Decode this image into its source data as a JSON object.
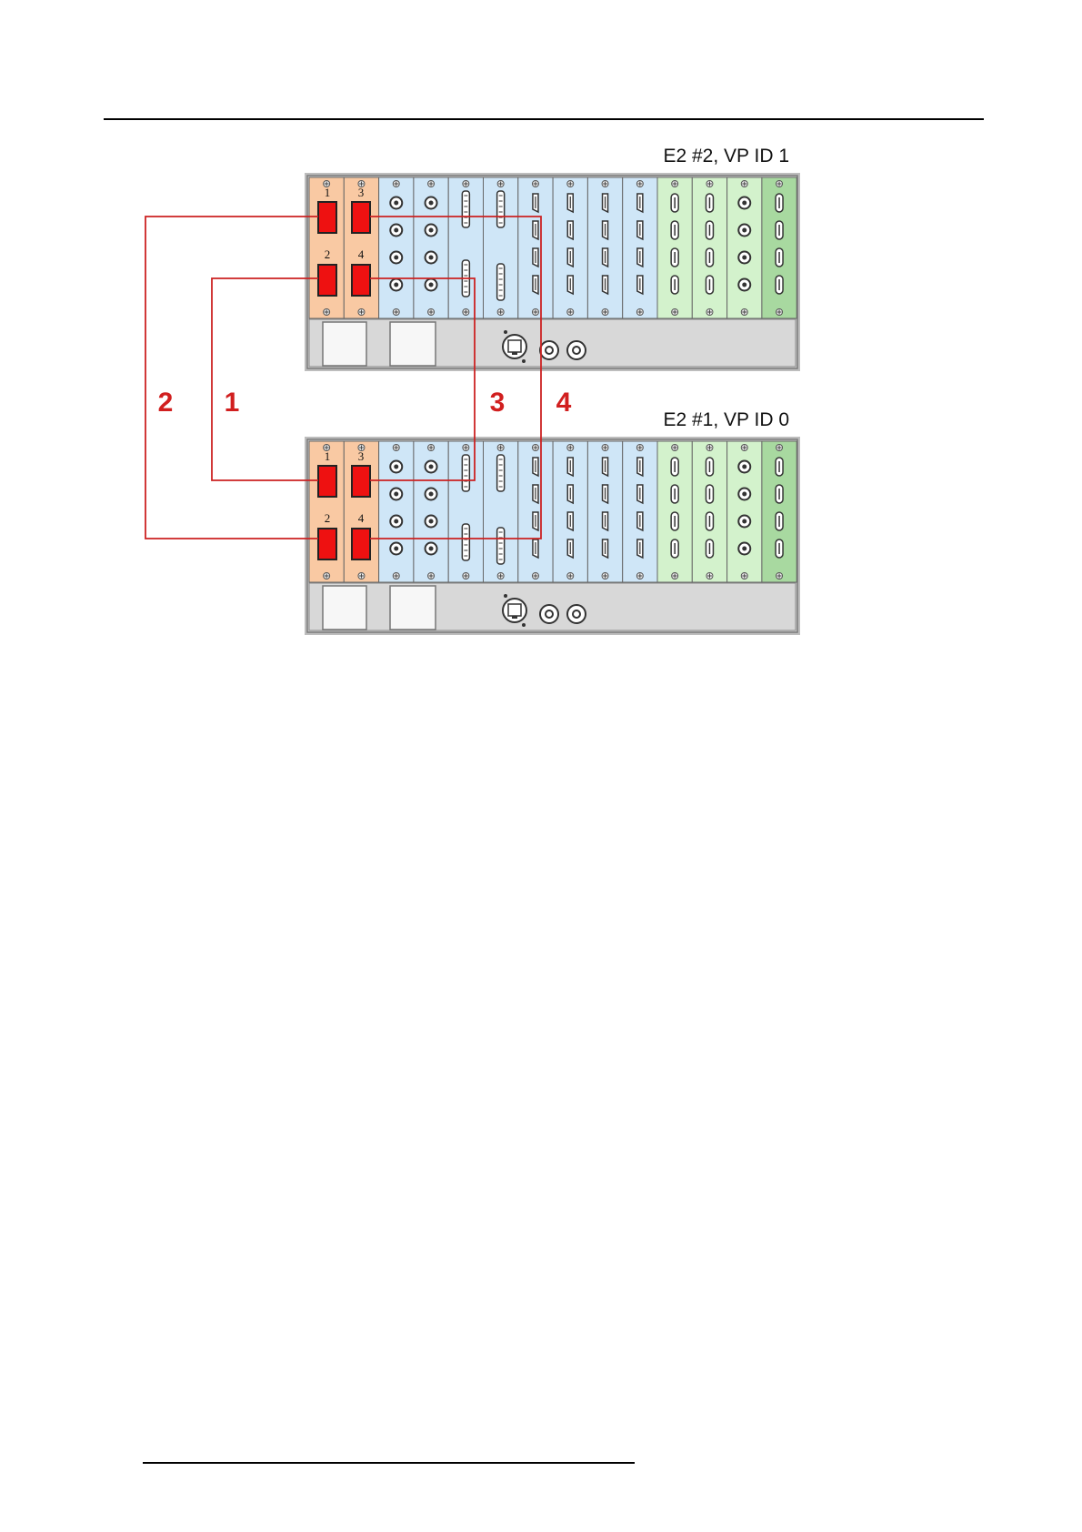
{
  "chassis": [
    {
      "id": "top",
      "label": "E2 #2, VP ID 1"
    },
    {
      "id": "bottom",
      "label": "E2 #1, VP ID 0"
    }
  ],
  "link_port_numbers": [
    "1",
    "3",
    "2",
    "4"
  ],
  "cable_labels": [
    "2",
    "1",
    "3",
    "4"
  ],
  "colors": {
    "link_card": "#f9c9a3",
    "input_card": "#cfe6f7",
    "output_card": "#d3f2cc",
    "output_card_last": "#a8d9a0",
    "chassis_body": "#d6d6d6",
    "port_red": "#ee1111",
    "cable_red": "#cc2222",
    "label_red": "#d11f1f"
  },
  "icons": {
    "link_port": "sfp-port-icon",
    "bnc": "bnc-connector-icon",
    "dvi": "dvi-connector-icon",
    "displayport": "displayport-connector-icon",
    "hdmi": "hdmi-connector-icon",
    "ethernet": "ethernet-port-icon",
    "power": "power-connector-icon"
  }
}
